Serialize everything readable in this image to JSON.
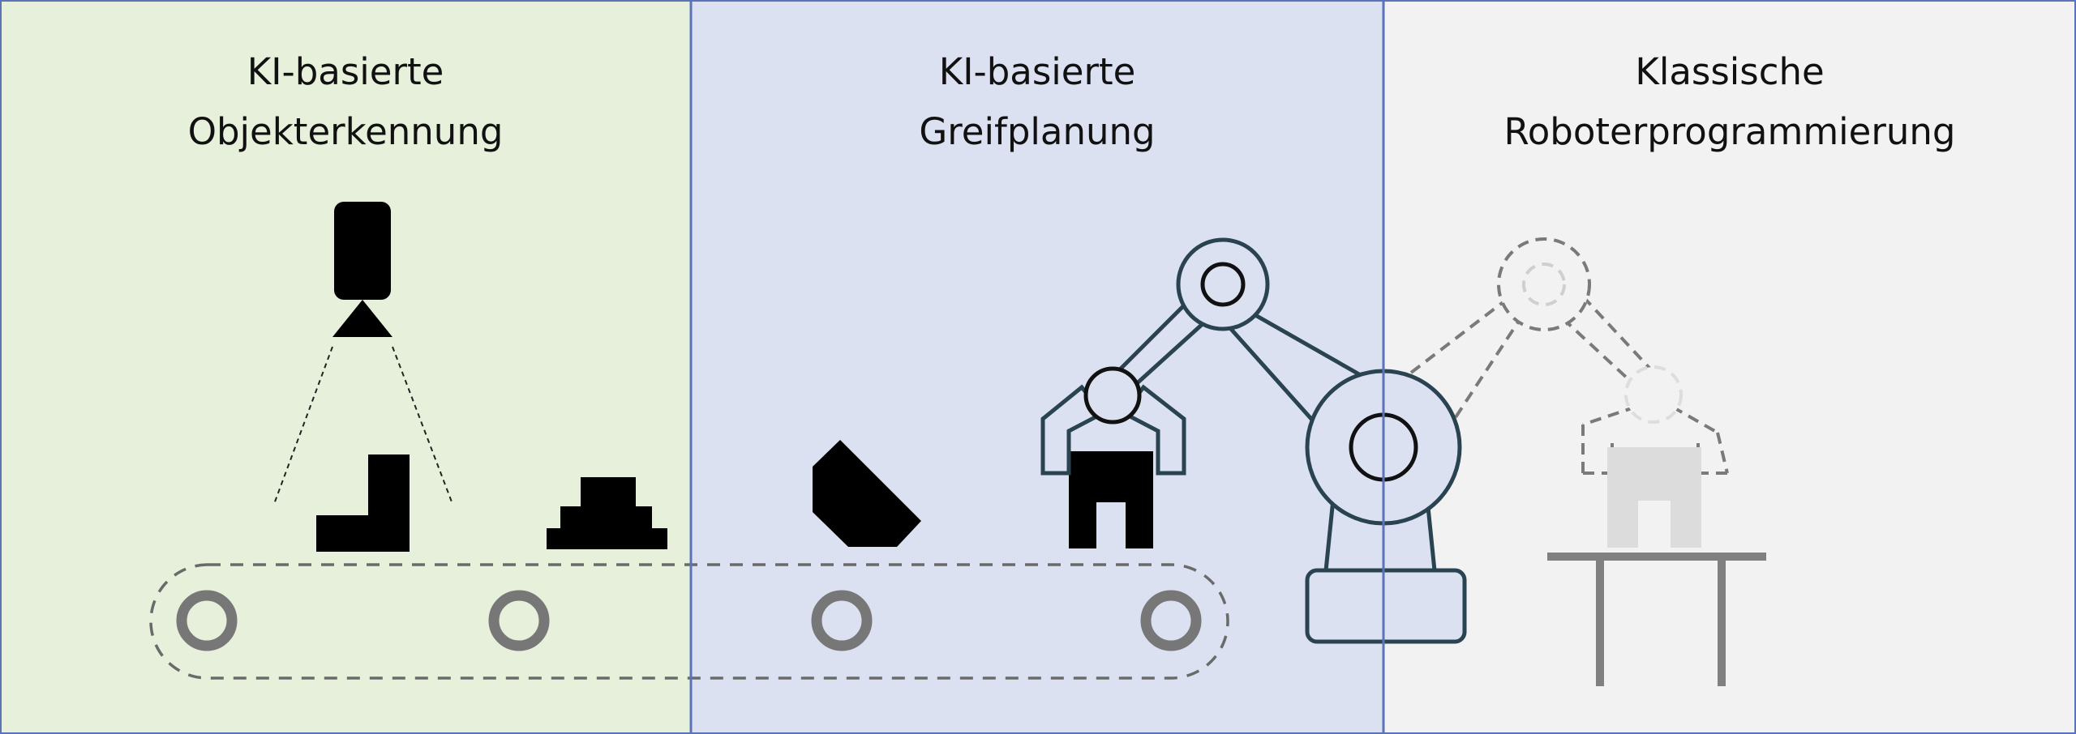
{
  "panels": [
    {
      "line1": "KI-basierte",
      "line2": "Objekterkennung",
      "color": "#e6f0da"
    },
    {
      "line1": "KI-basierte",
      "line2": "Greifplanung",
      "color": "#dce1f2"
    },
    {
      "line1": "Klassische",
      "line2": "Roboterprogrammierung",
      "color": "#f2f2f2"
    }
  ],
  "colors": {
    "divider": "#5b73b8",
    "robot_outline": "#2a4350",
    "ghost_robot": "#7a7a7a",
    "ghost_fill": "#dcdcdc",
    "conveyor_dash": "#6a6a6a",
    "conveyor_roller": "#777777",
    "table": "#808080",
    "object": "#000000"
  },
  "icons": {
    "camera": "camera-icon",
    "robot": "robot-arm-icon",
    "ghost_robot": "dashed-robot-arm-icon",
    "conveyor": "conveyor-belt-icon",
    "table": "table-icon"
  }
}
